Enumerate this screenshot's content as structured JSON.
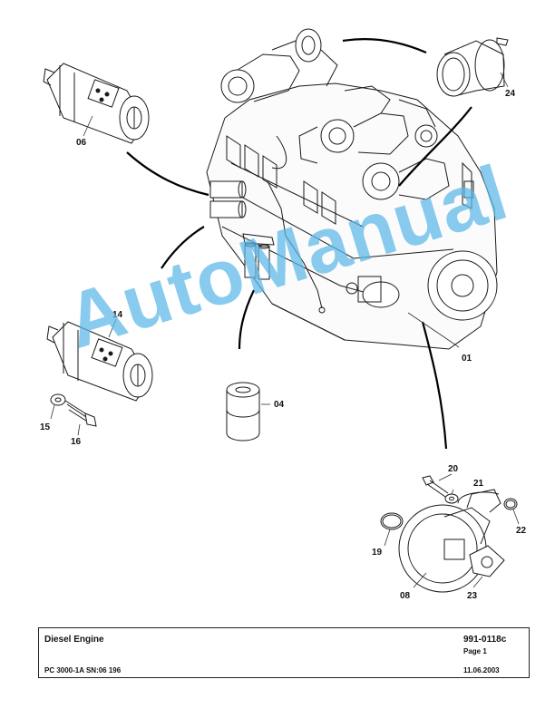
{
  "diagram": {
    "callouts": {
      "c06": "06",
      "c24": "24",
      "c14": "14",
      "c01": "01",
      "c04": "04",
      "c15": "15",
      "c16": "16",
      "c20": "20",
      "c21": "21",
      "c22": "22",
      "c19": "19",
      "c08": "08",
      "c23": "23"
    }
  },
  "watermark": {
    "text": "AutoManual",
    "color": "#5bb8e8"
  },
  "title_block": {
    "title": "Diesel Engine",
    "model": "PC 3000-1A SN:06 196",
    "doc_number": "991-0118c",
    "page": "Page 1",
    "date": "11.06.2003"
  }
}
